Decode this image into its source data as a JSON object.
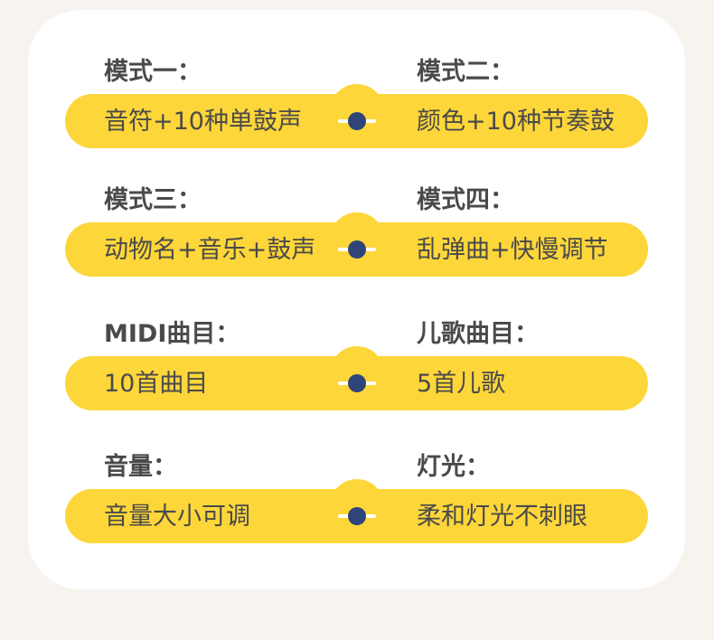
{
  "rows": [
    {
      "left_label": "模式一：",
      "left_value": "音符+10种单鼓声",
      "right_label": "模式二：",
      "right_value": "颜色+10种节奏鼓"
    },
    {
      "left_label": "模式三：",
      "left_value": "动物名+音乐+鼓声",
      "right_label": "模式四：",
      "right_value": "乱弹曲+快慢调节"
    },
    {
      "left_label": "MIDI曲目：",
      "left_value": "10首曲目",
      "right_label": "儿歌曲目：",
      "right_value": "5首儿歌"
    },
    {
      "left_label": "音量：",
      "left_value": "音量大小可调",
      "right_label": "灯光：",
      "right_value": "柔和灯光不刺眼"
    }
  ],
  "colors": {
    "background": "#f7f3ef",
    "card": "#ffffff",
    "pill": "#fdd63a",
    "dot": "#2f4478",
    "text": "#4a4a4a"
  }
}
